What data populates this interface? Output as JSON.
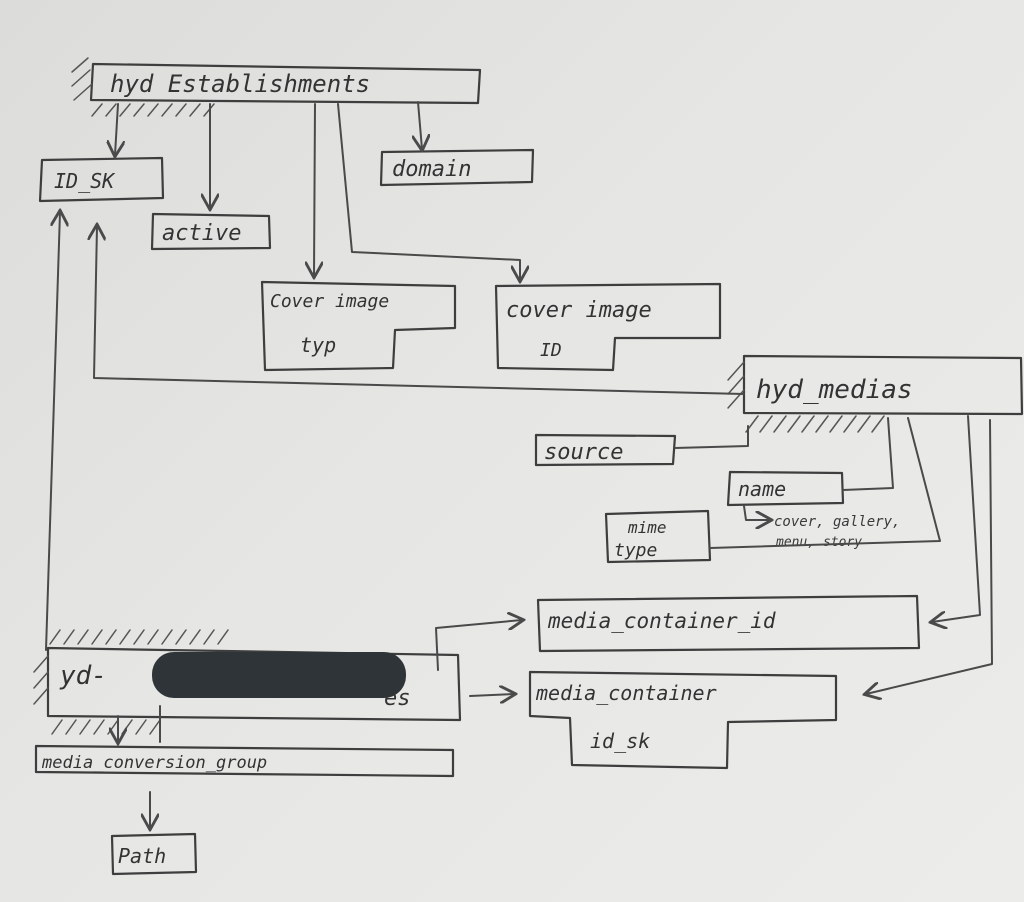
{
  "tables": {
    "establishments": {
      "title": "hyd Establishments"
    },
    "medias": {
      "title": "hyd_medias"
    },
    "redacted": {
      "title_prefix": "yd-",
      "title_suffix": "es"
    }
  },
  "fields": {
    "id_sk": "ID_SK",
    "active": "active",
    "domain": "domain",
    "cover_image_type_line1": "Cover image",
    "cover_image_type_line2": "typ",
    "cover_image_id_line1": "cover image",
    "cover_image_id_line2": "ID",
    "source": "source",
    "name": "name",
    "mime_type_line1": "mime",
    "mime_type_line2": "type",
    "media_container_id": "media_container_id",
    "media_container_id_sk_line1": "media_container",
    "media_container_id_sk_line2": "id_sk",
    "media_conversion_group": "media_conversion_group",
    "path": "Path"
  },
  "notes": {
    "name_values_line1": "cover, gallery,",
    "name_values_line2": "menu, story"
  }
}
